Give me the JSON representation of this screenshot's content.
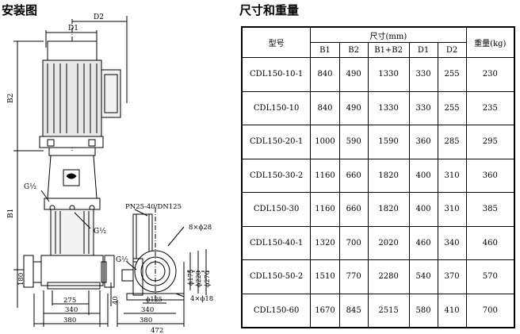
{
  "headings": {
    "installation": "安装图",
    "dimensions_weight": "尺寸和重量"
  },
  "drawing_labels": {
    "d1": "D1",
    "d2": "D2",
    "b1": "B1",
    "b2": "B2",
    "g_half_1": "G½",
    "g_half_2": "G½",
    "g_half_3": "G½",
    "flange_standard": "PN25-40/DN125",
    "holes_8": "8×ϕ28",
    "holes_4": "4×ϕ18",
    "phi175": "ϕ175",
    "phi220": "ϕ220",
    "phi270": "ϕ270",
    "phi125": "ϕ125",
    "dim_180": "180",
    "dim_40": "40",
    "dim_275": "275",
    "dim_340a": "340",
    "dim_380a": "380",
    "dim_340b": "340",
    "dim_380b": "380",
    "dim_472": "472"
  },
  "table": {
    "col_model": "型号",
    "col_size_group": "尺寸(mm)",
    "col_weight": "重量(kg)",
    "sub_headers": [
      "B1",
      "B2",
      "B1+B2",
      "D1",
      "D2"
    ],
    "rows": [
      {
        "model": "CDL150-10-1",
        "b1": "840",
        "b2": "490",
        "b1b2": "1330",
        "d1": "330",
        "d2": "255",
        "weight": "230"
      },
      {
        "model": "CDL150-10",
        "b1": "840",
        "b2": "490",
        "b1b2": "1330",
        "d1": "330",
        "d2": "255",
        "weight": "235"
      },
      {
        "model": "CDL150-20-1",
        "b1": "1000",
        "b2": "590",
        "b1b2": "1590",
        "d1": "360",
        "d2": "285",
        "weight": "295"
      },
      {
        "model": "CDL150-30-2",
        "b1": "1160",
        "b2": "660",
        "b1b2": "1820",
        "d1": "400",
        "d2": "310",
        "weight": "360"
      },
      {
        "model": "CDL150-30",
        "b1": "1160",
        "b2": "660",
        "b1b2": "1820",
        "d1": "400",
        "d2": "310",
        "weight": "385"
      },
      {
        "model": "CDL150-40-1",
        "b1": "1320",
        "b2": "700",
        "b1b2": "2020",
        "d1": "460",
        "d2": "340",
        "weight": "460"
      },
      {
        "model": "CDL150-50-2",
        "b1": "1510",
        "b2": "770",
        "b1b2": "2280",
        "d1": "540",
        "d2": "370",
        "weight": "570"
      },
      {
        "model": "CDL150-60",
        "b1": "1670",
        "b2": "845",
        "b1b2": "2515",
        "d1": "580",
        "d2": "410",
        "weight": "700"
      }
    ]
  }
}
